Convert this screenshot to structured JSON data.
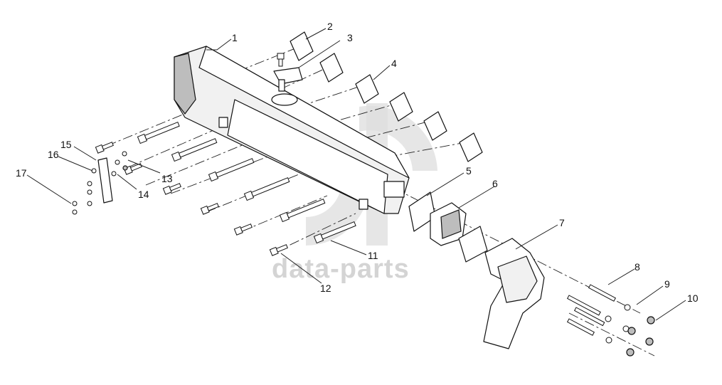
{
  "watermark": {
    "text": "data-parts"
  },
  "callouts": [
    {
      "number": "1"
    },
    {
      "number": "2"
    },
    {
      "number": "3"
    },
    {
      "number": "4"
    },
    {
      "number": "5"
    },
    {
      "number": "6"
    },
    {
      "number": "7"
    },
    {
      "number": "8"
    },
    {
      "number": "9"
    },
    {
      "number": "10"
    },
    {
      "number": "11"
    },
    {
      "number": "12"
    },
    {
      "number": "13"
    },
    {
      "number": "14"
    },
    {
      "number": "15"
    },
    {
      "number": "16"
    },
    {
      "number": "17"
    }
  ]
}
